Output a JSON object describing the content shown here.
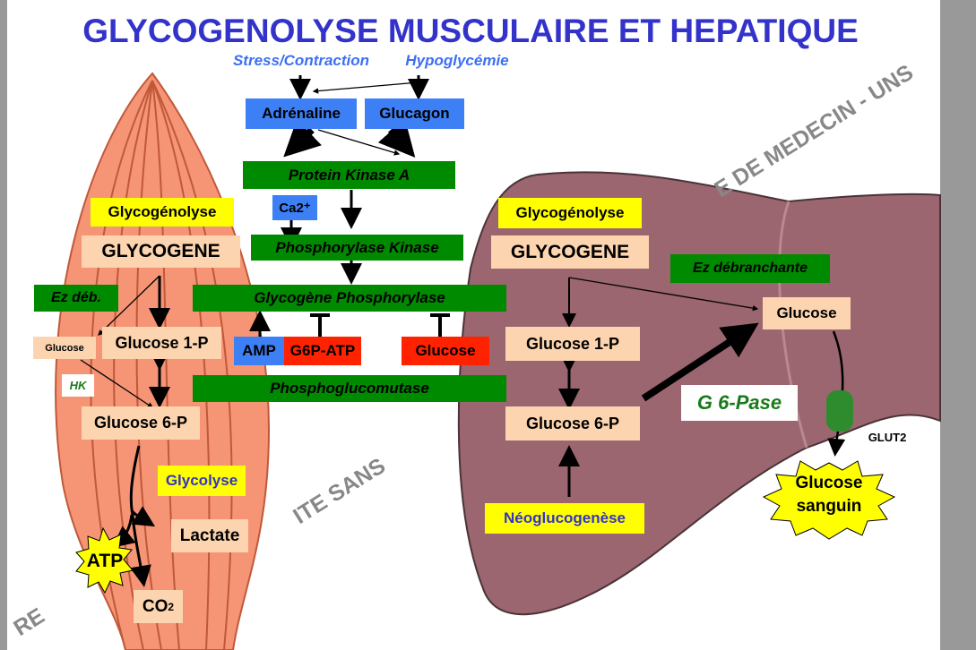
{
  "title": "GLYCOGENOLYSE MUSCULAIRE ET HEPATIQUE",
  "triggers": {
    "stress": "Stress/Contraction",
    "hypo": "Hypoglycémie"
  },
  "hormones": {
    "adrenaline": "Adrénaline",
    "glucagon": "Glucagon"
  },
  "enzymes": {
    "pka": "Protein Kinase A",
    "ca": "Ca2⁺",
    "phk": "Phosphorylase Kinase",
    "gp": "Glycogène Phosphorylase",
    "pgm": "Phosphoglucomutase"
  },
  "effectors": {
    "amp": "AMP",
    "g6patp": "G6P-ATP",
    "glucose": "Glucose"
  },
  "muscle": {
    "glycogenolyse": "Glycogénolyse",
    "glycogene": "GLYCOGENE",
    "ezdeb": "Ez déb.",
    "glucose": "Glucose",
    "hk": "HK",
    "g1p": "Glucose 1-P",
    "g6p": "Glucose 6-P",
    "glycolyse": "Glycolyse",
    "lactate": "Lactate",
    "atp": "ATP",
    "co2": "CO",
    "co2_sub": "2"
  },
  "liver": {
    "glycogenolyse": "Glycogénolyse",
    "glycogene": "GLYCOGENE",
    "ezdeb": "Ez débranchante",
    "glucose": "Glucose",
    "g1p": "Glucose 1-P",
    "g6p": "Glucose 6-P",
    "g6pase": "G 6-Pase",
    "neo": "Néoglucogenèse",
    "glut2": "GLUT2",
    "blood1": "Glucose",
    "blood2": "sanguin"
  },
  "watermark": [
    "RE",
    "ITE SANS",
    "E DE MEDECIN - UNS"
  ],
  "colors": {
    "title": "#3333cc",
    "green": "#008a00",
    "peach": "#fcd5b0",
    "yellow": "#ffff00",
    "muscle": "#f59575",
    "liver": "#9b6670"
  }
}
